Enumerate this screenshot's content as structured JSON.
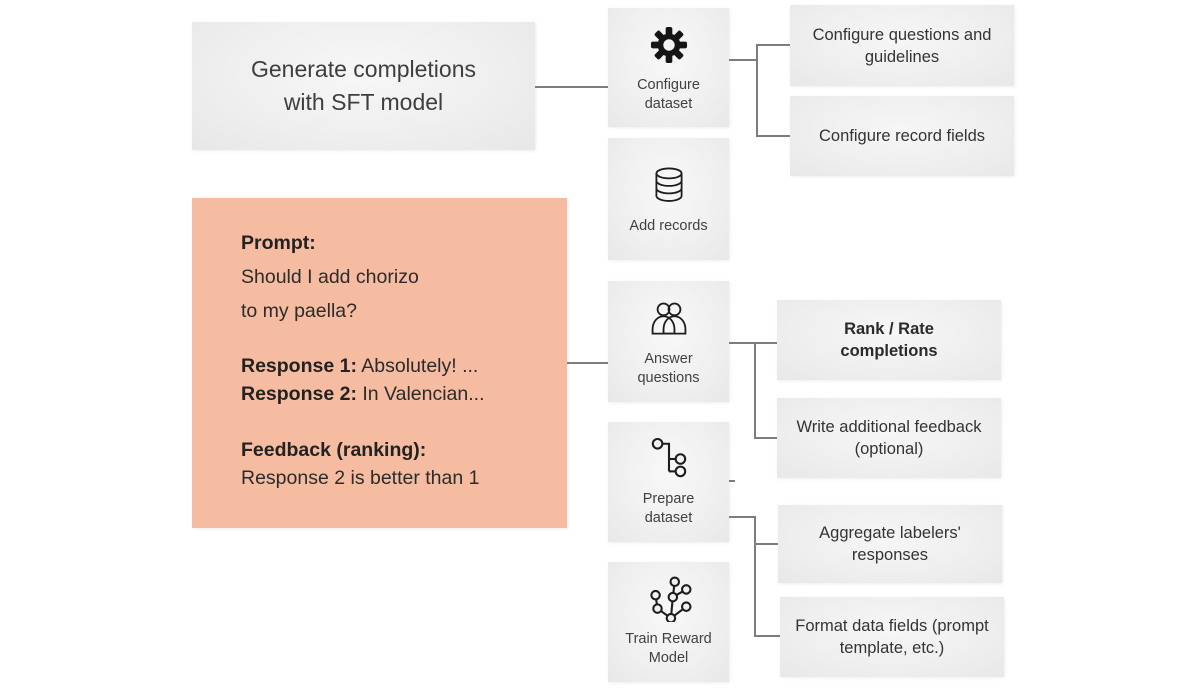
{
  "colors": {
    "example_box_bg": "#f5bca2",
    "gray_box_bg": "#efefef",
    "connector": "#7d7d7d",
    "icon_stroke": "#1d1d1d"
  },
  "generate_box": {
    "text": "Generate completions\nwith SFT model"
  },
  "example_box": {
    "prompt_label": "Prompt:",
    "prompt_text": "Should I add chorizo\nto my paella?",
    "response1_label": "Response 1:",
    "response1_text": " Absolutely! ...",
    "response2_label": "Response 2:",
    "response2_text": " In Valencian...",
    "feedback_label": "Feedback (ranking):",
    "feedback_text": "Response 2 is better than 1"
  },
  "steps": [
    {
      "icon": "gear-icon",
      "label": "Configure\ndataset"
    },
    {
      "icon": "database-icon",
      "label": "Add records"
    },
    {
      "icon": "people-icon",
      "label": "Answer\nquestions"
    },
    {
      "icon": "branch-icon",
      "label": "Prepare\ndataset"
    },
    {
      "icon": "network-icon",
      "label": "Train Reward\nModel"
    }
  ],
  "details": [
    {
      "label": "Configure questions and\nguidelines"
    },
    {
      "label": "Configure record fields"
    },
    {
      "label": "Rank / Rate\ncompletions"
    },
    {
      "label": "Write additional feedback\n(optional)"
    },
    {
      "label": "Aggregate labelers'\nresponses"
    },
    {
      "label": "Format data fields (prompt\ntemplate, etc.)"
    }
  ]
}
